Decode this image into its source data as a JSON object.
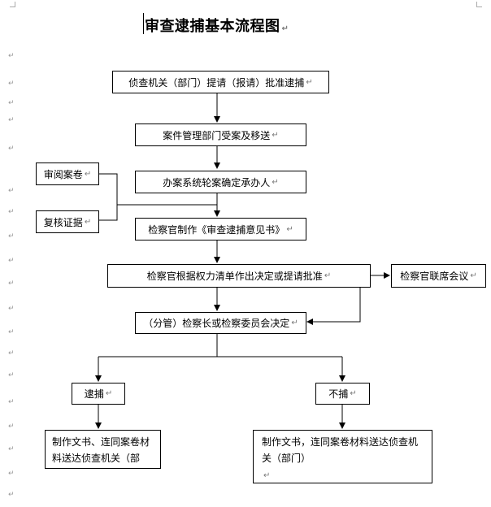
{
  "title": "审查逮捕基本流程图",
  "paragraph_mark": "↵",
  "nodes": {
    "n1": "侦查机关（部门）提请（报请）批准逮捕",
    "n2": "案件管理部门受案及移送",
    "n3": "办案系统轮案确定承办人",
    "n4": "检察官制作《审查逮捕意见书》",
    "n5": "检察官根据权力清单作出决定或提请批准",
    "n6": "（分管）检察长或检察委员会决定",
    "side_review": "审阅案卷",
    "side_verify": "复核证据",
    "side_joint": "检察官联席会议",
    "arrest": "逮捕",
    "no_arrest": "不捕",
    "out_arrest": "制作文书、连同案卷材料送达侦查机关（部",
    "out_no_arrest": "制作文书，连同案卷材料送达侦查机关（部门）"
  }
}
